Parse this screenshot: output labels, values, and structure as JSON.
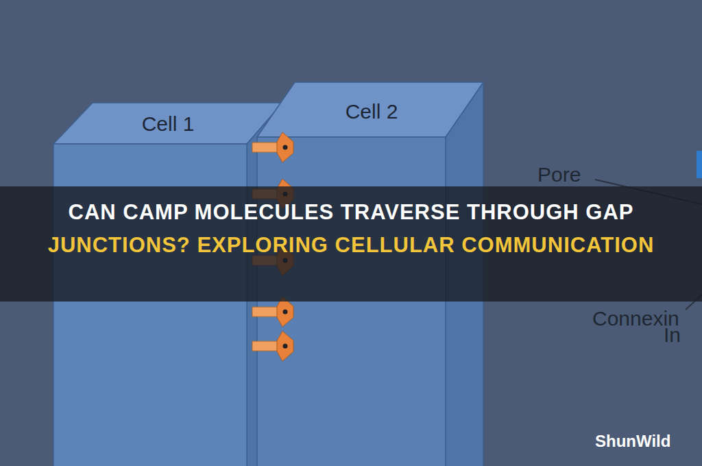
{
  "diagram": {
    "title": "CAN CAMP MOLECULES TRAVERSE THROUGH GAP",
    "nodes": [
      {
        "text": [
          "Cell 1"
        ]
      },
      {
        "text": [
          "Cell 2"
        ]
      }
    ],
    "labels": [
      "JUNCTIONS? EXPLORING CELLULAR COMMUNICATION",
      "Pore",
      "Connexin",
      "In",
      "ShunWild"
    ]
  }
}
